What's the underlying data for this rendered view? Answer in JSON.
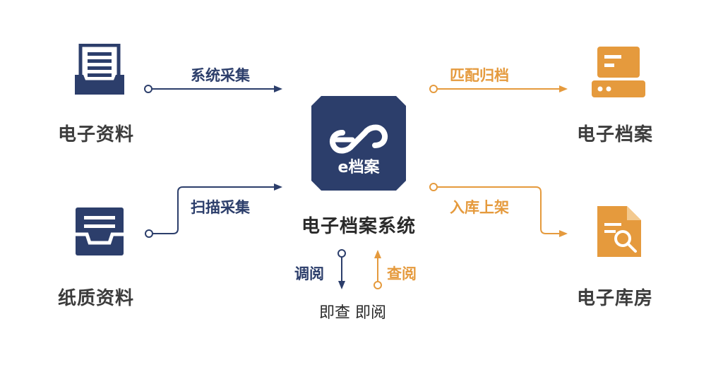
{
  "center": {
    "badge_text": "e档案",
    "title": "电子档案系统"
  },
  "nodes": {
    "electronic_materials": "电子资料",
    "paper_materials": "纸质资料",
    "electronic_archives": "电子档案",
    "electronic_storage": "电子库房"
  },
  "edges": {
    "system_collect": "系统采集",
    "scan_collect": "扫描采集",
    "match_archive": "匹配归档",
    "store_shelve": "入库上架",
    "borrow": "调阅",
    "query": "查阅"
  },
  "bottom": {
    "instant": "即查 即阅"
  },
  "colors": {
    "navy": "#2c3e6b",
    "orange": "#e59a3d",
    "text": "#3c3c3c"
  },
  "icons": {
    "electronic_materials": "document-tray-icon",
    "paper_materials": "inbox-tray-icon",
    "electronic_archives": "server-icon",
    "electronic_storage": "document-search-icon",
    "center": "infinity-link-icon"
  }
}
